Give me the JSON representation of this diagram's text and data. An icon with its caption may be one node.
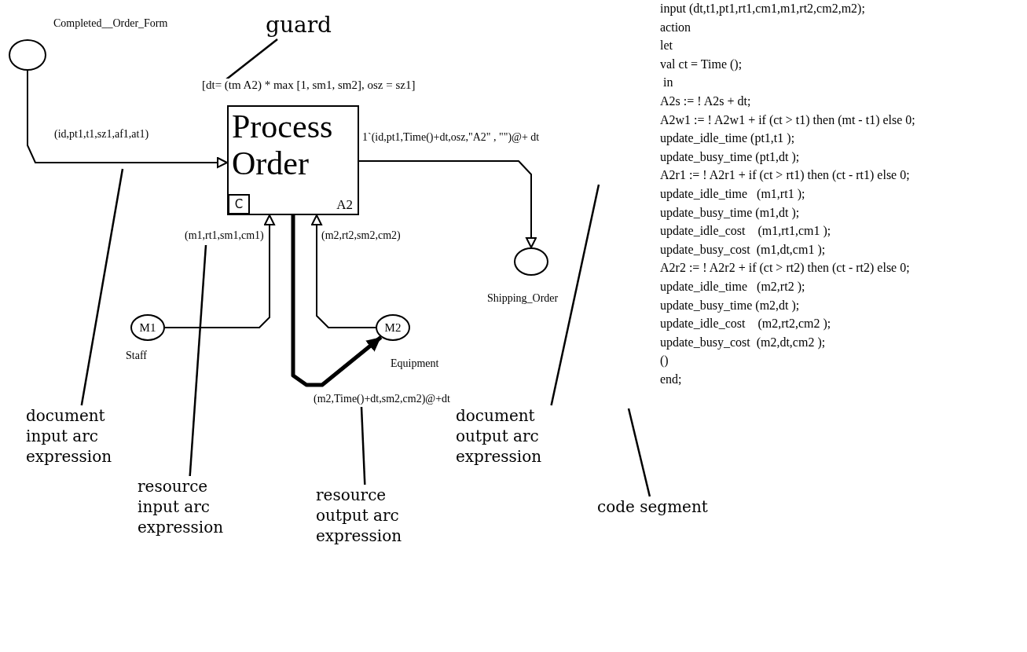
{
  "diagram": {
    "nodes": [
      {
        "text": [],
        "shape": "circle",
        "beside": [
          "Completed__Order_Form"
        ]
      },
      {
        "text": [
          "Process Order",
          "C",
          "A2"
        ],
        "beside": [
          "[dt= (tm A2)  * max [1, sm1, sm2], osz = sz1]"
        ]
      },
      {
        "text": [],
        "shape": "circle",
        "beside": [
          "Shipping_Order"
        ]
      },
      {
        "text": [
          "M1"
        ],
        "beside": [
          "Staff"
        ]
      },
      {
        "text": [
          "M2"
        ],
        "beside": [
          "Equipment"
        ]
      },
      {
        "text": [
          "guard"
        ]
      },
      {
        "text": [
          "document input arc expression"
        ]
      },
      {
        "text": [
          "resource input arc expression"
        ]
      },
      {
        "text": [
          "resource output arc expression"
        ]
      },
      {
        "text": [
          "document output arc expression"
        ]
      },
      {
        "text": [
          "code segment"
        ]
      }
    ],
    "edges": [
      {
        "from": 0,
        "to": 1,
        "arrow": "to",
        "label": "(id,pt1,t1,sz1,af1,at1)"
      },
      {
        "from": 1,
        "to": 2,
        "arrow": "to",
        "label": "1`(id,pt1,Time()+dt,osz,\"A2\" , \"\")@+ dt"
      },
      {
        "from": 3,
        "to": 1,
        "arrow": "to",
        "label": "(m1,rt1,sm1,cm1)"
      },
      {
        "from": 4,
        "to": 1,
        "arrow": "to",
        "label": "(m2,rt2,sm2,cm2)"
      },
      {
        "from": 1,
        "to": 4,
        "arrow": "to",
        "style": "thick",
        "label": "(m2,Time()+dt,sm2,cm2)@+dt"
      },
      {
        "from": 5,
        "to": 1,
        "arrow": "none"
      },
      {
        "from": 6,
        "to": null,
        "arrow": "none"
      },
      {
        "from": 7,
        "to": null,
        "arrow": "none"
      },
      {
        "from": 8,
        "to": null,
        "arrow": "none"
      },
      {
        "from": 9,
        "to": null,
        "arrow": "none"
      },
      {
        "from": 10,
        "to": null,
        "arrow": "none"
      }
    ],
    "labels": [
      "input (dt,t1,pt1,rt1,cm1,m1,rt2,cm2,m2);",
      "action",
      "let",
      "val ct = Time ();",
      " in",
      "A2s := ! A2s + dt;",
      "A2w1 := ! A2w1 + if (ct > t1) then (mt - t1) else 0;",
      "update_idle_time (pt1,t1 );",
      "update_busy_time (pt1,dt );",
      "A2r1 := ! A2r1 + if (ct > rt1) then (ct - rt1) else 0;",
      "update_idle_time   (m1,rt1 );",
      "update_busy_time (m1,dt );",
      "update_idle_cost    (m1,rt1,cm1 );",
      "update_busy_cost  (m1,dt,cm1 );",
      "A2r2 := ! A2r2 + if (ct > rt2) then (ct - rt2) else 0;",
      "update_idle_time   (m2,rt2 );",
      "update_busy_time (m2,dt );",
      "update_idle_cost    (m2,rt2,cm2 );",
      "update_busy_cost  (m2,dt,cm2 );",
      "()",
      "end;"
    ]
  }
}
